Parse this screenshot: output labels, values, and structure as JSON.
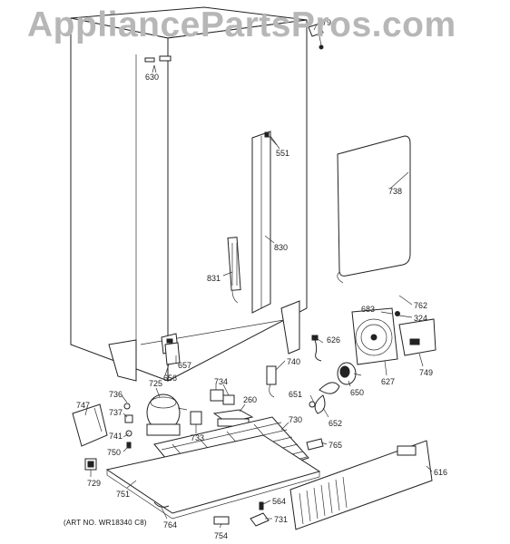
{
  "watermark": "AppliancePartsPros.com",
  "art_number": "(ART NO. WR18340 C8)",
  "callouts": {
    "c279": "279",
    "c630": "630",
    "c551": "551",
    "c738": "738",
    "c830": "830",
    "c831": "831",
    "c762": "762",
    "c683": "683",
    "c324": "324",
    "c626": "626",
    "c657": "657",
    "c656": "656",
    "c740": "740",
    "c627": "627",
    "c749": "749",
    "c650": "650",
    "c725": "725",
    "c734": "734",
    "c736": "736",
    "c747": "747",
    "c737": "737",
    "c260": "260",
    "c651": "651",
    "c652": "652",
    "c730": "730",
    "c733": "733",
    "c741": "741",
    "c750": "750",
    "c765": "765",
    "c729": "729",
    "c616": "616",
    "c751": "751",
    "c564": "564",
    "c764": "764",
    "c731": "731",
    "c754": "754"
  }
}
